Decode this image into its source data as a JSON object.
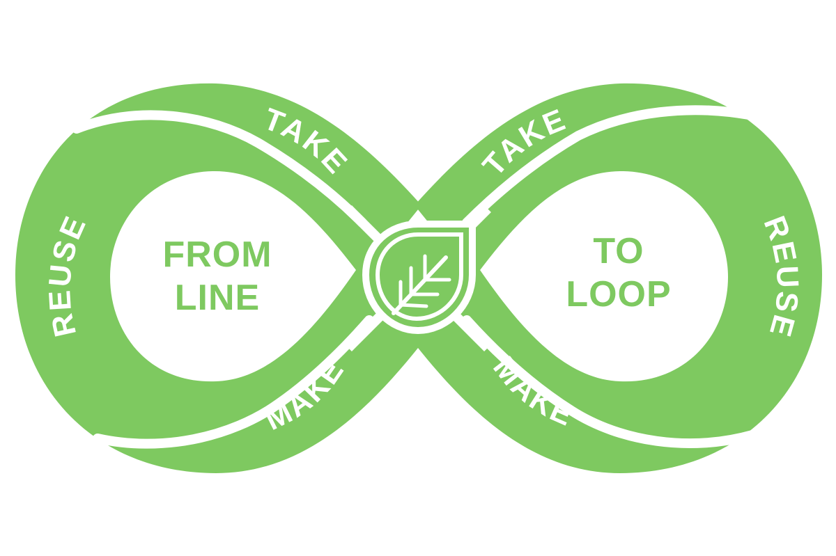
{
  "colors": {
    "band": "#7ec960",
    "band_dark": "#6bb84f",
    "gap": "#ffffff",
    "text_center": "#7ec960"
  },
  "left_loop": {
    "top_label": "TAKE",
    "side_label": "REUSE",
    "bottom_label": "MAKE",
    "center_line1": "FROM",
    "center_line2": "LINE"
  },
  "right_loop": {
    "top_label": "TAKE",
    "side_label": "REUSE",
    "bottom_label": "MAKE",
    "center_line1": "TO",
    "center_line2": "LOOP"
  },
  "center_icon": "leaf-icon"
}
